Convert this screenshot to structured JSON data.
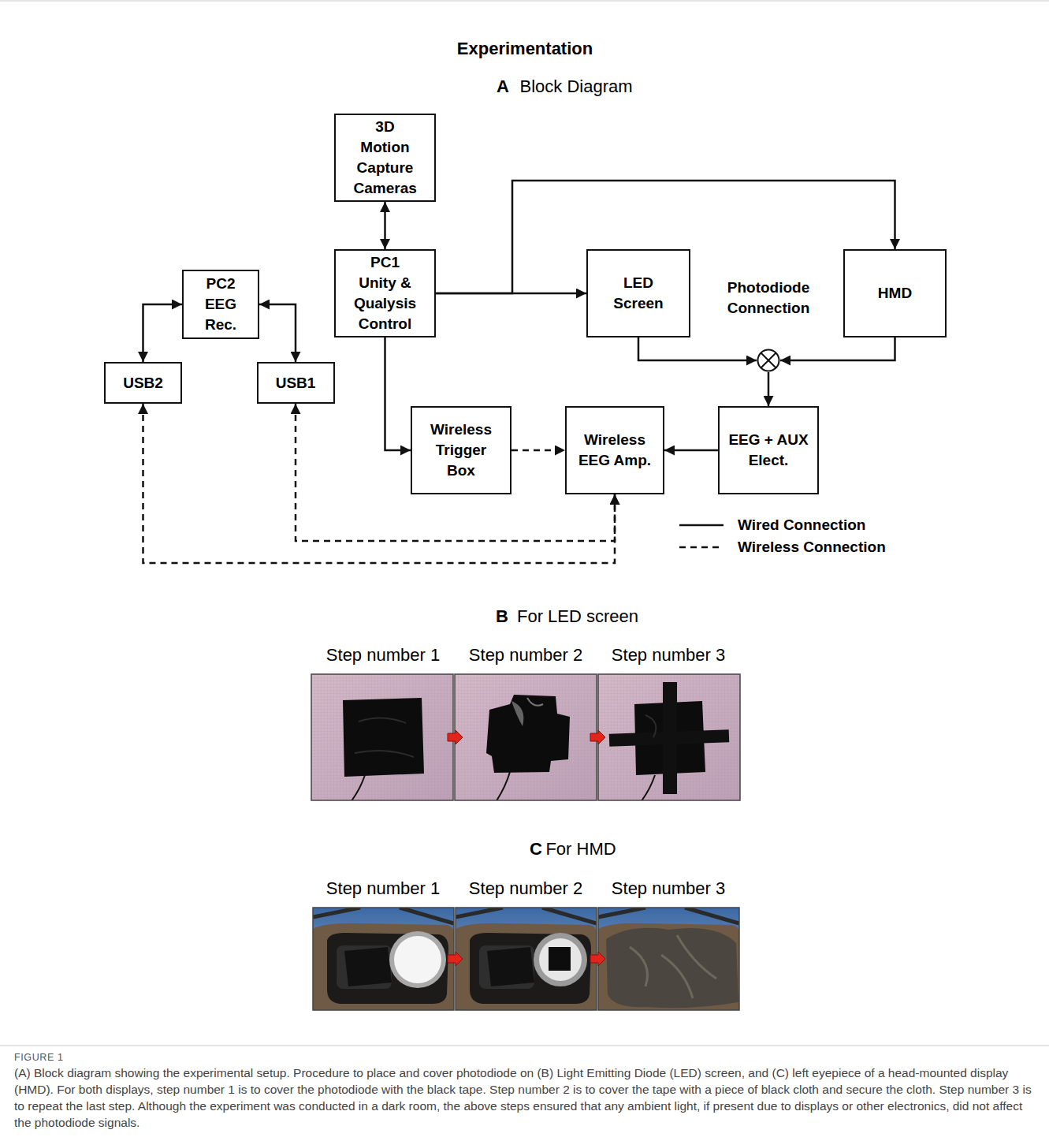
{
  "diagram": {
    "title": "Experimentation",
    "caption": "(A) Block diagram showing the experimental setup. Procedure to place and cover photodiode on (B) Light Emitting Diode (LED) screen, and (C) left eyepiece of a head-mounted display (HMD). For both displays, step number 1 is to cover the photodiode with the black tape. Step number 2 is to cover the tape with a piece of black cloth and secure the cloth. Step number 3 is to repeat the last step. Although the experiment was conducted in a dark room, the above steps ensured that any ambient light, if present due to displays or other electronics, did not affect the photodiode signals.",
    "nodes": [
      {
        "text": [
          "3D Motion Capture Cameras"
        ]
      },
      {
        "text": [
          "PC2 EEG Rec."
        ]
      },
      {
        "text": [
          "PC1 Unity & Qualysis Control"
        ]
      },
      {
        "text": [
          "LED Screen"
        ]
      },
      {
        "text": [
          "Photodiode Connection"
        ]
      },
      {
        "text": [
          "HMD"
        ]
      },
      {
        "text": [
          "USB2"
        ]
      },
      {
        "text": [
          "USB1"
        ]
      },
      {
        "text": [
          "Wireless Trigger Box"
        ]
      },
      {
        "text": [
          "Wireless EEG Amp."
        ]
      },
      {
        "text": [
          "EEG + AUX Elect."
        ]
      }
    ],
    "edges": [
      {
        "from": 0,
        "to": 2,
        "arrow": "both"
      },
      {
        "from": 2,
        "to": 3,
        "arrow": "to"
      },
      {
        "from": 2,
        "to": 5,
        "arrow": "to"
      },
      {
        "from": 2,
        "to": 8,
        "arrow": "to"
      },
      {
        "from": 8,
        "to": 9,
        "arrow": "to"
      },
      {
        "from": 10,
        "to": 9,
        "arrow": "to"
      },
      {
        "from": 3,
        "to": 4,
        "arrow": "to"
      },
      {
        "from": 5,
        "to": 4,
        "arrow": "to"
      },
      {
        "from": 4,
        "to": 10,
        "arrow": "to"
      },
      {
        "from": 1,
        "to": 6,
        "arrow": "both"
      },
      {
        "from": 1,
        "to": 7,
        "arrow": "both"
      },
      {
        "from": 6,
        "to": 9,
        "arrow": "both"
      },
      {
        "from": 7,
        "to": 9,
        "arrow": "both"
      }
    ],
    "labels": [
      "A",
      "Block Diagram",
      "B",
      "For LED screen",
      "Step number 1",
      "Step number 2",
      "Step number 3",
      "C",
      "For HMD",
      "Step number 1",
      "Step number 2",
      "Step number 3",
      "FIGURE 1"
    ],
    "legend": [
      {
        "text": "Wired Connection"
      },
      {
        "text": "Wireless Connection"
      }
    ]
  }
}
